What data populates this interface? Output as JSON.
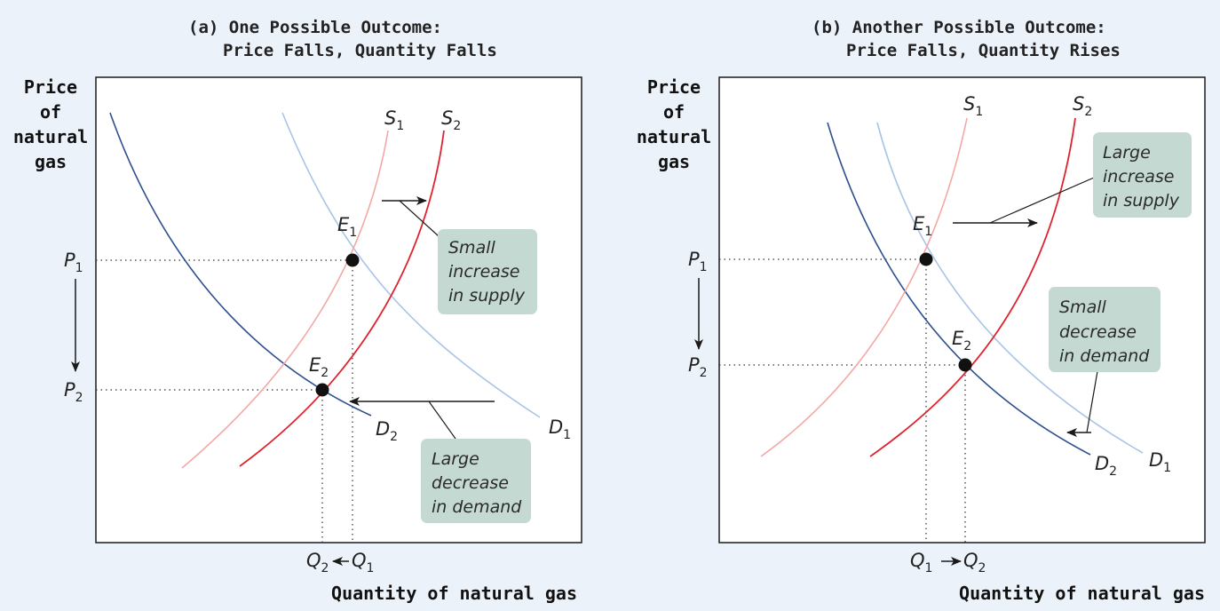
{
  "panels": [
    {
      "id": "a",
      "title_line1": "(a) One Possible Outcome:",
      "title_line2": "Price Falls, Quantity Falls",
      "y_label_lines": [
        "Price",
        "of",
        "natural",
        "gas"
      ],
      "x_label": "Quantity of natural gas",
      "curves": {
        "S1": {
          "base": "S",
          "sub": "1",
          "color": "#f2a8a4"
        },
        "S2": {
          "base": "S",
          "sub": "2",
          "color": "#e0222e"
        },
        "D1": {
          "base": "D",
          "sub": "1",
          "color": "#a8c4e6"
        },
        "D2": {
          "base": "D",
          "sub": "2",
          "color": "#2d4f8e"
        }
      },
      "points": {
        "E1": {
          "base": "E",
          "sub": "1"
        },
        "E2": {
          "base": "E",
          "sub": "2"
        }
      },
      "price_ticks": {
        "P1": {
          "base": "P",
          "sub": "1"
        },
        "P2": {
          "base": "P",
          "sub": "2"
        }
      },
      "quantity_ticks": {
        "Q2": {
          "base": "Q",
          "sub": "2"
        },
        "Q1": {
          "base": "Q",
          "sub": "1"
        }
      },
      "notes": {
        "supply": [
          "Small",
          "increase",
          "in supply"
        ],
        "demand": [
          "Large",
          "decrease",
          "in demand"
        ]
      }
    },
    {
      "id": "b",
      "title_line1": "(b) Another Possible Outcome:",
      "title_line2": "Price Falls, Quantity Rises",
      "y_label_lines": [
        "Price",
        "of",
        "natural",
        "gas"
      ],
      "x_label": "Quantity of natural gas",
      "curves": {
        "S1": {
          "base": "S",
          "sub": "1",
          "color": "#f2a8a4"
        },
        "S2": {
          "base": "S",
          "sub": "2",
          "color": "#e0222e"
        },
        "D1": {
          "base": "D",
          "sub": "1",
          "color": "#a8c4e6"
        },
        "D2": {
          "base": "D",
          "sub": "2",
          "color": "#2d4f8e"
        }
      },
      "points": {
        "E1": {
          "base": "E",
          "sub": "1"
        },
        "E2": {
          "base": "E",
          "sub": "2"
        }
      },
      "price_ticks": {
        "P1": {
          "base": "P",
          "sub": "1"
        },
        "P2": {
          "base": "P",
          "sub": "2"
        }
      },
      "quantity_ticks": {
        "Q1": {
          "base": "Q",
          "sub": "1"
        },
        "Q2": {
          "base": "Q",
          "sub": "2"
        }
      },
      "notes": {
        "supply": [
          "Large",
          "increase",
          "in supply"
        ],
        "demand": [
          "Small",
          "decrease",
          "in demand"
        ]
      }
    }
  ],
  "colors": {
    "background": "#ecf2f9",
    "plot_area": "#ffffff",
    "note_box": "#c4d9d1",
    "supply_old": "#f2a8a4",
    "supply_new": "#e0222e",
    "demand_old": "#a8c4e6",
    "demand_new": "#2d4f8e"
  }
}
